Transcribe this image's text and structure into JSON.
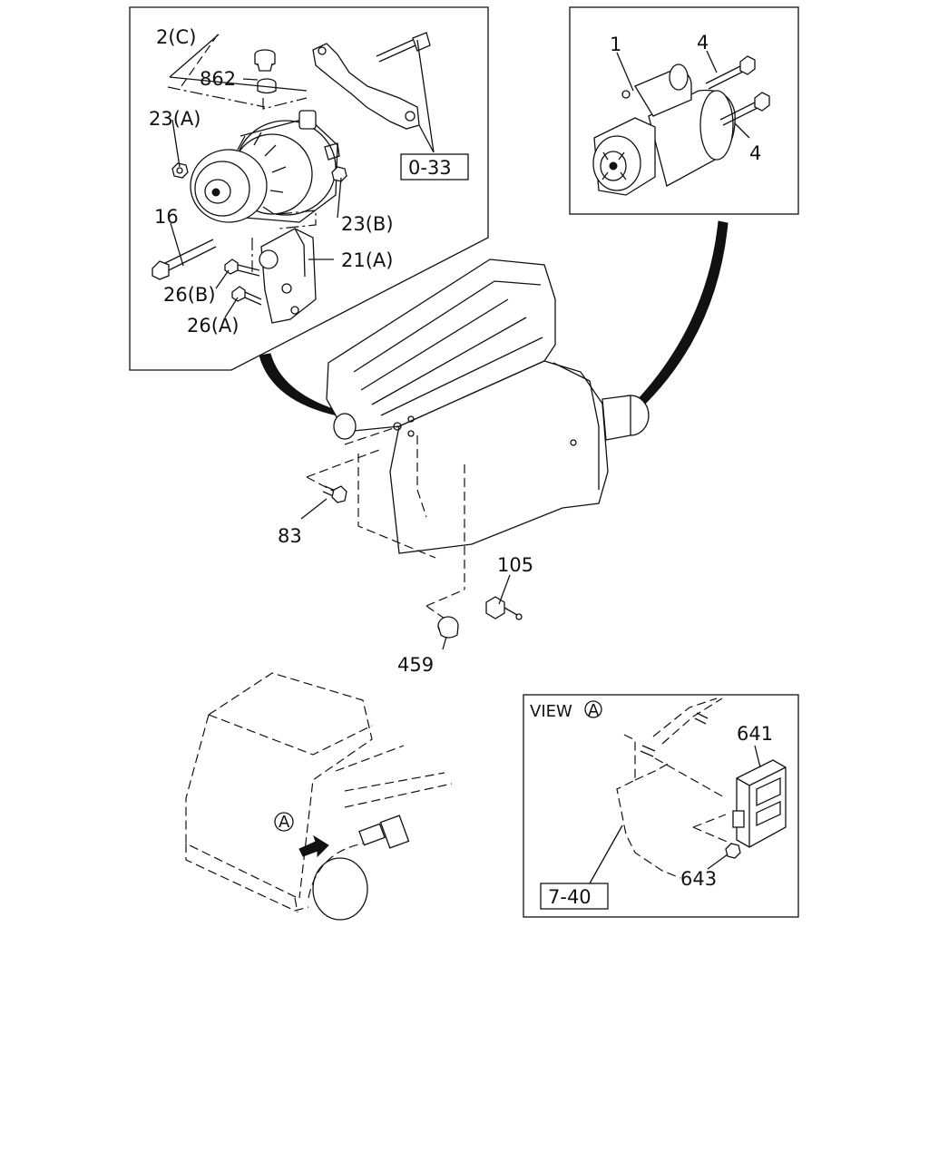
{
  "callouts": {
    "c_2c": "2(C)",
    "c_862": "862",
    "c_23a": "23(A)",
    "c_16": "16",
    "c_23b": "23(B)",
    "c_21a": "21(A)",
    "c_26b": "26(B)",
    "c_26a": "26(A)",
    "c_0_33": "0-33",
    "c_1": "1",
    "c_4_top": "4",
    "c_4_bottom": "4",
    "c_83": "83",
    "c_105": "105",
    "c_459": "459",
    "c_641": "641",
    "c_643": "643",
    "c_7_40": "7-40",
    "view_label": "VIEW",
    "view_marker": "A",
    "vehicle_marker": "A"
  }
}
